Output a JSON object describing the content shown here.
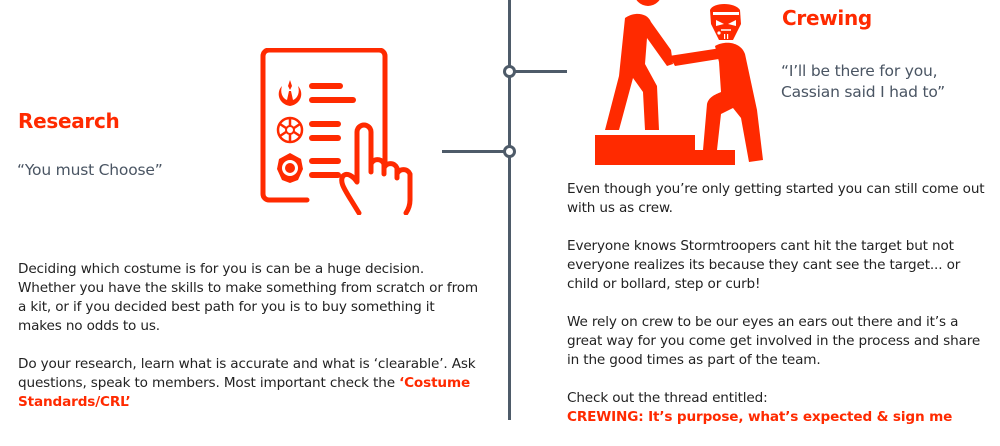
{
  "colors": {
    "accent": "#ff2a00",
    "timeline": "#4e5b69",
    "quote": "#4a5563",
    "body": "#222222"
  },
  "research": {
    "title": "Research",
    "quote": "“You must Choose”",
    "icon": "document-with-pointing-hand-icon",
    "icon_rows": [
      "rebel-alliance-icon",
      "galactic-empire-icon",
      "first-order-icon"
    ],
    "paragraph1": "Deciding which costume is for you is can be a huge decision. Whether you have the skills to make something from scratch or from a kit, or if you decided best path for you is to buy something it makes no odds to us.",
    "paragraph2_prefix": "Do your research, learn what is accurate and what is ‘clearable’. Ask questions, speak to members. Most important check the ",
    "paragraph2_link": "‘Costume Standards/CRL’"
  },
  "crewing": {
    "title": "Crewing",
    "quote_line1": "“I’ll be there for you,",
    "quote_line2": "Cassian said I had to”",
    "icon": "helping-stormtrooper-up-step-icon",
    "paragraph1": "Even though you’re only getting started you can still come out with us as crew.",
    "paragraph2": "Everyone knows Stormtroopers cant hit the target but not everyone realizes its because they cant see the target... or child or bollard, step or curb!",
    "paragraph3": "We rely on crew to be our eyes an ears out there and it’s a great way for you come get involved in the process and share in the good times as part of the team.",
    "paragraph4_prefix": "Check out the thread entitled:",
    "paragraph4_link": "CREWING: It’s purpose, what’s expected & sign me"
  }
}
